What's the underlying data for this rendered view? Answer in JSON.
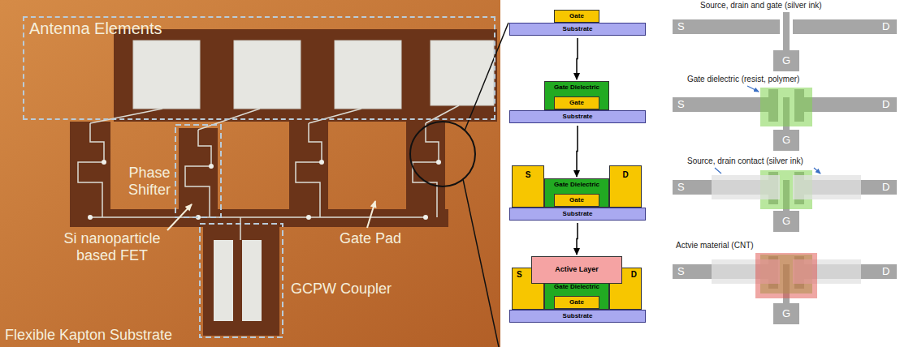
{
  "diagram": {
    "nodes": [
      {
        "text": [
          "Antenna Elements"
        ]
      },
      {
        "text": [
          "Gate"
        ]
      },
      {
        "text": [
          "Substrate"
        ]
      },
      {
        "text": [
          "Gate Dielectric"
        ]
      },
      {
        "text": [
          "Gate"
        ],
        "in": 3
      },
      {
        "text": [
          "Substrate"
        ]
      },
      {
        "text": [
          "S"
        ]
      },
      {
        "text": [
          "D"
        ]
      },
      {
        "text": [
          "Gate Dielectric"
        ]
      },
      {
        "text": [
          "Gate"
        ],
        "in": 8
      },
      {
        "text": [
          "Substrate"
        ]
      },
      {
        "text": [
          "Active Layer"
        ]
      },
      {
        "text": [
          "S"
        ]
      },
      {
        "text": [
          "D"
        ]
      },
      {
        "text": [
          "Gate Dielectric"
        ]
      },
      {
        "text": [
          "Gate"
        ],
        "in": 14
      },
      {
        "text": [
          "Substrate"
        ]
      }
    ],
    "edges": [
      {
        "from": 2,
        "to": 3,
        "arrow": "to"
      },
      {
        "from": 5,
        "to": 8,
        "arrow": "to"
      },
      {
        "from": 10,
        "to": 11,
        "arrow": "to"
      }
    ],
    "labels": [
      "Phase Shifter",
      "Si nanoparticle based FET",
      "Gate Pad",
      "GCPW Coupler",
      "Flexible Kapton Substrate",
      "Source, drain and gate (silver ink)",
      "S",
      "D",
      "G",
      "Gate dielectric (resist, polymer)",
      "S",
      "D",
      "G",
      "Source, drain contact (silver ink)",
      "S",
      "D",
      "G",
      "Actvie material (CNT)",
      "S",
      "D",
      "G"
    ]
  }
}
